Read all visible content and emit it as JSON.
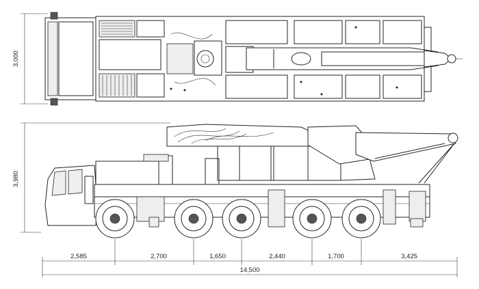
{
  "dimensions": {
    "width_top": "3,000",
    "height_side": "3,980",
    "axle_spacings": [
      "2,585",
      "2,700",
      "1,650",
      "2,440",
      "1,700",
      "3,425"
    ],
    "overall_length": "14,500"
  }
}
